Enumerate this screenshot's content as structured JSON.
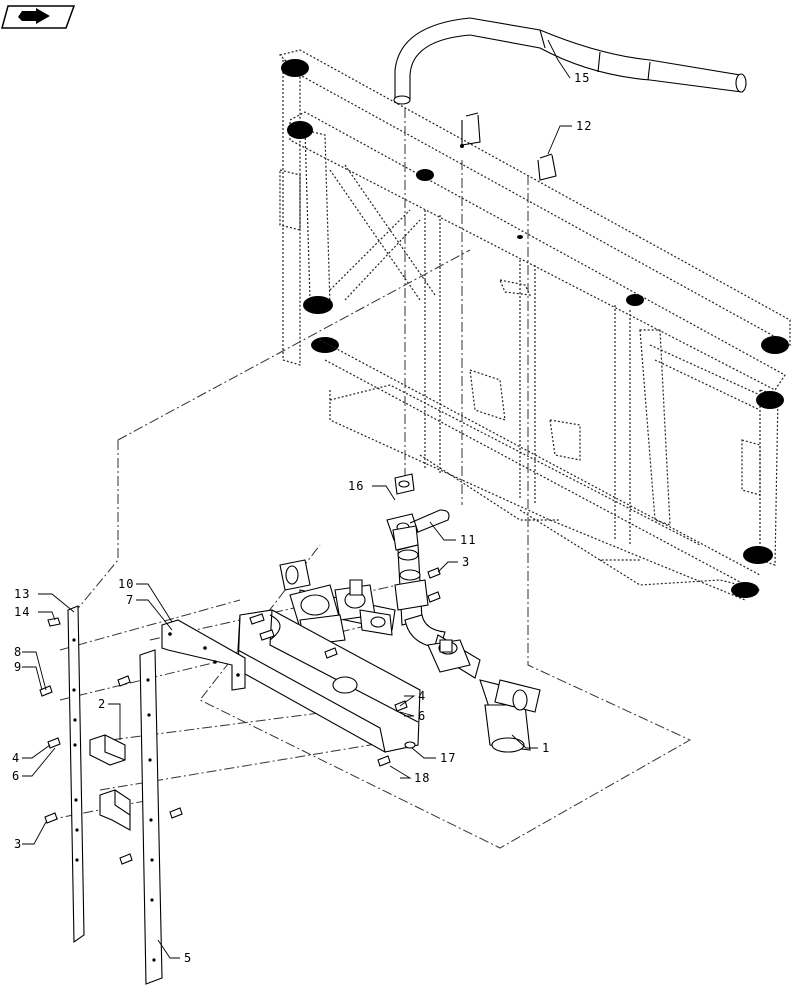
{
  "nav": {
    "icon": "back-arrow-icon"
  },
  "labels": {
    "l1": "1",
    "l2": "2",
    "l3a": "3",
    "l3b": "3",
    "l4a": "4",
    "l4b": "4",
    "l5": "5",
    "l6a": "6",
    "l6b": "6",
    "l7": "7",
    "l8": "8",
    "l9": "9",
    "l10": "10",
    "l11": "11",
    "l12": "12",
    "l13": "13",
    "l14": "14",
    "l15": "15",
    "l16": "16",
    "l17": "17",
    "l18": "18"
  }
}
